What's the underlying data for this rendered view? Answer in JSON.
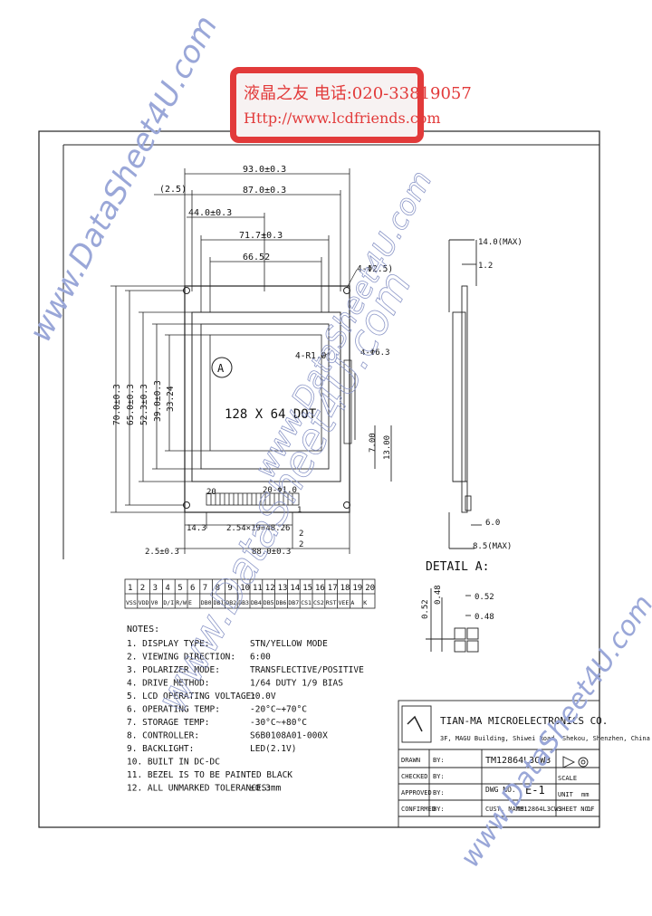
{
  "stamp": {
    "line1": "液晶之友 电话:020-33819057",
    "line2": "Http://www.lcdfriends.com"
  },
  "watermarks": [
    "www.DataSheet4U.com",
    "www.DataSheet4U.com",
    "www.DataSheet4U.com",
    "www.DataSheet4U.com"
  ],
  "dims": {
    "w93": "93.0±0.3",
    "w87": "87.0±0.3",
    "w25": "(2.5)",
    "w44": "44.0±0.3",
    "w717": "71.7±0.3",
    "w6652": "66.52",
    "hole": "4-Φ2.5)",
    "h70": "70.0±0.3",
    "h65": "65.0±0.3",
    "h523": "52.3±0.3",
    "h39": "39.0±0.3",
    "h3324": "33.24",
    "r10": "4-R1.0",
    "pin20": "20",
    "pin20b": "20-Φ1.0",
    "pin1": "1",
    "d143": "14.3",
    "d254": "2.54×19=48.26",
    "d25": "2.5±0.3",
    "d88": "88.0±0.3",
    "d2": "2",
    "d2b": "2",
    "display": "128 X 64 DOT",
    "circA": "A",
    "side14": "14.0(MAX)",
    "side12": "1.2",
    "side63": "4-Φ6.3",
    "side7": "7.00",
    "side13": "13.00",
    "side60": "6.0",
    "side85": "8.5(MAX)"
  },
  "detail": {
    "title": "DETAIL A:",
    "v052": "0.52",
    "v048": "0.48",
    "h052": "0.52",
    "h048": "0.48"
  },
  "pins": {
    "numbers": [
      "1",
      "2",
      "3",
      "4",
      "5",
      "6",
      "7",
      "8",
      "9",
      "10",
      "11",
      "12",
      "13",
      "14",
      "15",
      "16",
      "17",
      "18",
      "19",
      "20"
    ],
    "names": [
      "VSS",
      "VDD",
      "V0",
      "D/I",
      "R/W",
      "E",
      "DB0",
      "DB1",
      "DB2",
      "DB3",
      "DB4",
      "DB5",
      "DB6",
      "DB7",
      "CS1",
      "CS2",
      "RST",
      "VEE",
      "A",
      "K"
    ]
  },
  "notes": {
    "title": "NOTES:",
    "items": [
      {
        "label": "1. DISPLAY TYPE:",
        "value": "STN/YELLOW MODE"
      },
      {
        "label": "2. VIEWING DIRECTION:",
        "value": "6:00"
      },
      {
        "label": "3. POLARIZER MODE:",
        "value": "TRANSFLECTIVE/POSITIVE"
      },
      {
        "label": "4. DRIVE METHOD:",
        "value": "1/64 DUTY 1/9 BIAS"
      },
      {
        "label": "5. LCD OPERATING VOLTAGE:",
        "value": "10.0V"
      },
      {
        "label": "6. OPERATING TEMP:",
        "value": "-20°C~+70°C"
      },
      {
        "label": "7. STORAGE TEMP:",
        "value": "-30°C~+80°C"
      },
      {
        "label": "8. CONTROLLER:",
        "value": "S6B0108A01-000X"
      },
      {
        "label": "9. BACKLIGHT:",
        "value": "LED(2.1V)"
      },
      {
        "label": "10. BUILT IN DC-DC",
        "value": ""
      },
      {
        "label": "11. BEZEL IS TO BE PAINTED BLACK",
        "value": ""
      },
      {
        "label": "12. ALL UNMARKED TOLERANCES:",
        "value": "±0.3mm"
      }
    ]
  },
  "titleblock": {
    "company": "TIAN-MA MICROELECTRONICS CO.",
    "address": "3F, MAGU Building, Shiwei Road, Shekou, Shenzhen, China",
    "rows": [
      {
        "label": "DRAWN",
        "by": "BY:"
      },
      {
        "label": "CHECKED",
        "by": "BY:"
      },
      {
        "label": "APPROVED",
        "by": "BY:"
      },
      {
        "label": "CONFIRMED",
        "by": "BY:"
      }
    ],
    "model": "TM12864L3CW3",
    "dwg_label": "DWG NO.",
    "dwg_no": "E-1",
    "scale_label": "SCALE",
    "unit_label": "UNIT",
    "unit_value": "mm",
    "cust_label": "CUST. NAME:",
    "cust_value": "TM12864L3CW3",
    "sheet_label": "SHEET NO.",
    "sheet_value": "OF"
  }
}
